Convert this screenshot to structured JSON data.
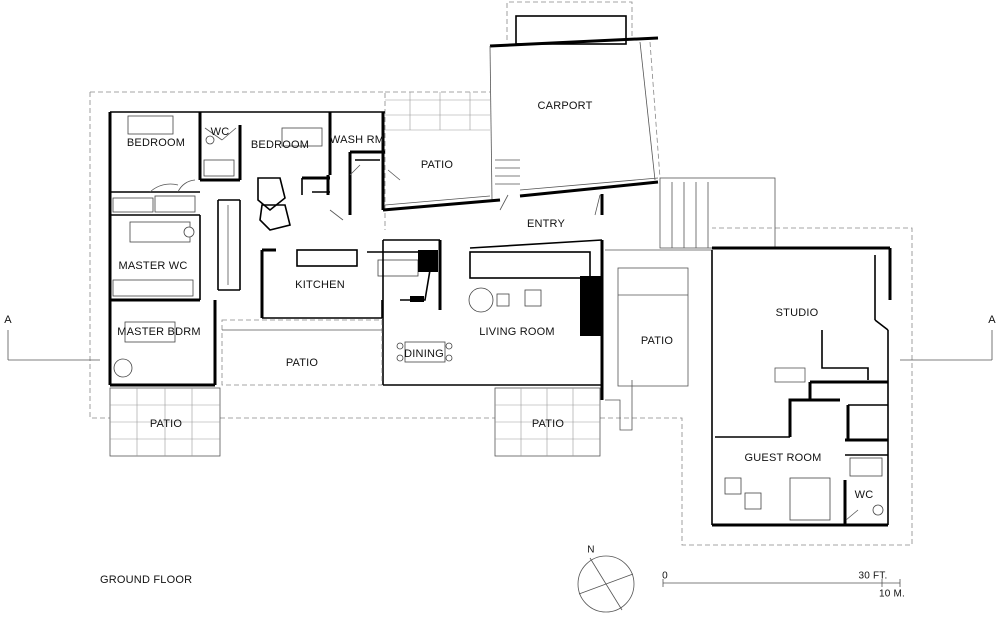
{
  "title": "GROUND FLOOR",
  "rooms": {
    "bedroom_1": "BEDROOM",
    "wc_1": "WC",
    "bedroom_2": "BEDROOM",
    "wash_rm": "WASH RM",
    "patio_north": "PATIO",
    "carport": "CARPORT",
    "entry": "ENTRY",
    "master_wc": "MASTER WC",
    "kitchen": "KITCHEN",
    "master_bdrm": "MASTER BDRM",
    "patio_center": "PATIO",
    "dining": "DINING",
    "living_room": "LIVING ROOM",
    "patio_east": "PATIO",
    "studio": "STUDIO",
    "patio_sw": "PATIO",
    "patio_south": "PATIO",
    "guest_room": "GUEST ROOM",
    "wc_2": "WC"
  },
  "section_markers": {
    "left": "A",
    "right": "A"
  },
  "north_label": "N",
  "scale": {
    "zero": "0",
    "feet": "30 FT.",
    "meters": "10 M."
  }
}
